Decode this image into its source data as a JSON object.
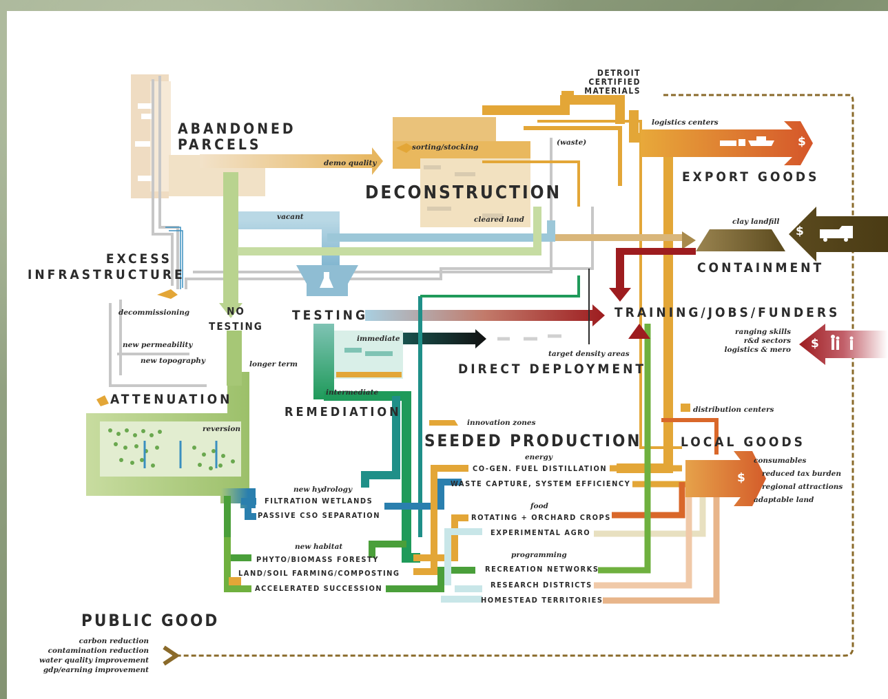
{
  "titles": {
    "abandoned_parcels": [
      "ABANDONED",
      "PARCELS"
    ],
    "deconstruction": "DECONSTRUCTION",
    "detroit_certified": [
      "DETROIT",
      "CERTIFIED",
      "MATERIALS"
    ],
    "export_goods": "EXPORT GOODS",
    "containment": "CONTAINMENT",
    "excess_infrastructure": [
      "EXCESS",
      "INFRASTRUCTURE"
    ],
    "no_testing": [
      "NO",
      "TESTING"
    ],
    "testing": "TESTING",
    "training": "TRAINING/JOBS/FUNDERS",
    "direct_deployment": "DIRECT DEPLOYMENT",
    "attenuation": "ATTENUATION",
    "remediation": "REMEDIATION",
    "seeded_production": "SEEDED PRODUCTION",
    "local_goods": "LOCAL GOODS",
    "public_good": "PUBLIC GOOD"
  },
  "script_labels": {
    "demo_quality": "demo quality",
    "sorting_stocking": "sorting/stocking",
    "waste": "(waste)",
    "logistics_centers": "logistics centers",
    "vacant": "vacant",
    "cleared_land": "cleared land",
    "clay_landfill": "clay landfill",
    "decommissioning": "decommissioning",
    "new_permeability": "new permeability",
    "new_topography": "new topography",
    "longer_term": "longer term",
    "immediate": "immediate",
    "intermediate": "intermediate",
    "target_density": "target density areas",
    "reversion": "reversion",
    "innovation_zones": "innovation zones",
    "energy": "energy",
    "food": "food",
    "programming": "programming",
    "new_hydrology": "new hydrology",
    "new_habitat": "new habitat",
    "distribution_centers": "distribution centers"
  },
  "training_list": [
    "ranging skills",
    "r&d sectors",
    "logistics & mero"
  ],
  "local_goods_list": [
    "consumables",
    "reduced tax burden",
    "regional attractions",
    "adaptable land"
  ],
  "public_good_list": [
    "carbon reduction",
    "contamination reduction",
    "water quality improvement",
    "gdp/earning improvement"
  ],
  "outputs": {
    "cogen": "CO-GEN. FUEL DISTILLATION",
    "waste_capture": "WASTE CAPTURE, SYSTEM EFFICIENCY",
    "rotating": "ROTATING + ORCHARD CROPS",
    "experimental": "EXPERIMENTAL AGRO",
    "recreation": "RECREATION NETWORKS",
    "research": "RESEARCH DISTRICTS",
    "homestead": "HOMESTEAD TERRITORIES",
    "filtration": "FILTRATION WETLANDS",
    "passive": "PASSIVE CSO SEPARATION",
    "phyto": "PHYTO/BIOMASS FORESTY",
    "land_soil": "LAND/SOIL FARMING/COMPOSTING",
    "accelerated": "ACCELERATED SUCCESSION"
  },
  "currency_symbol": "$",
  "colors": {
    "tan": "#e8cfa9",
    "orange_gold": "#e3a637",
    "burnt_orange": "#d9672a",
    "olive": "#7a6a34",
    "dark_red": "#9d1c1f",
    "light_blue": "#9cc7d8",
    "teal": "#1f8f88",
    "green": "#2f9a4a",
    "lime": "#a6c776",
    "gray": "#bcbcbc",
    "dashed_brown": "#8a6a2a"
  }
}
